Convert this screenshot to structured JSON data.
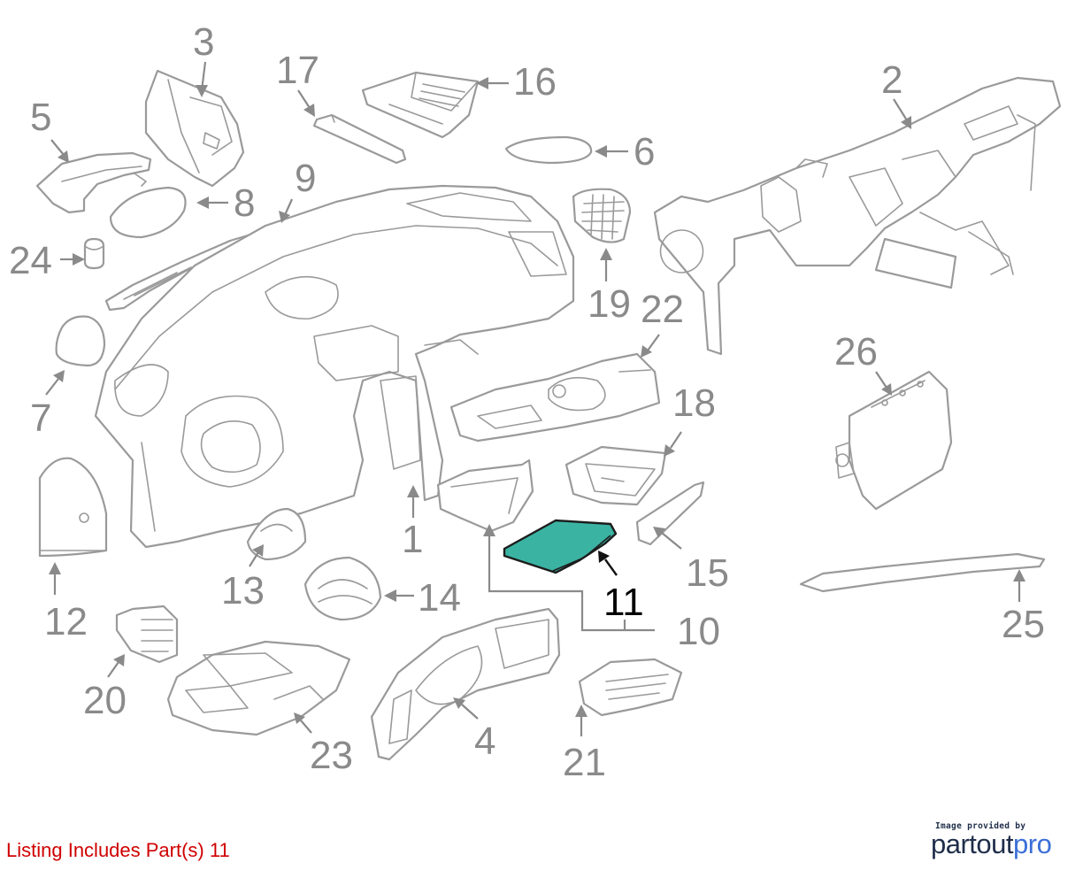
{
  "diagram": {
    "callouts": [
      {
        "id": "1",
        "label": "1"
      },
      {
        "id": "2",
        "label": "2"
      },
      {
        "id": "3",
        "label": "3"
      },
      {
        "id": "4",
        "label": "4"
      },
      {
        "id": "5",
        "label": "5"
      },
      {
        "id": "6",
        "label": "6"
      },
      {
        "id": "7",
        "label": "7"
      },
      {
        "id": "8",
        "label": "8"
      },
      {
        "id": "9",
        "label": "9"
      },
      {
        "id": "10",
        "label": "10"
      },
      {
        "id": "11",
        "label": "11",
        "highlighted": true
      },
      {
        "id": "12",
        "label": "12"
      },
      {
        "id": "13",
        "label": "13"
      },
      {
        "id": "14",
        "label": "14"
      },
      {
        "id": "15",
        "label": "15"
      },
      {
        "id": "16",
        "label": "16"
      },
      {
        "id": "17",
        "label": "17"
      },
      {
        "id": "18",
        "label": "18"
      },
      {
        "id": "19",
        "label": "19"
      },
      {
        "id": "20",
        "label": "20"
      },
      {
        "id": "21",
        "label": "21"
      },
      {
        "id": "22",
        "label": "22"
      },
      {
        "id": "23",
        "label": "23"
      },
      {
        "id": "24",
        "label": "24"
      },
      {
        "id": "25",
        "label": "25"
      },
      {
        "id": "26",
        "label": "26"
      }
    ],
    "highlight_color": "#3bb3a3",
    "line_color": "#9a9a9a"
  },
  "listing": {
    "text": "Listing Includes Part(s) 11",
    "color": "#d00000"
  },
  "branding": {
    "credit": "Image provided by",
    "logo_part1": "partout",
    "logo_part2": "pro",
    "logo_color": "#1f2e4a",
    "accent_color": "#3b6fd8"
  }
}
